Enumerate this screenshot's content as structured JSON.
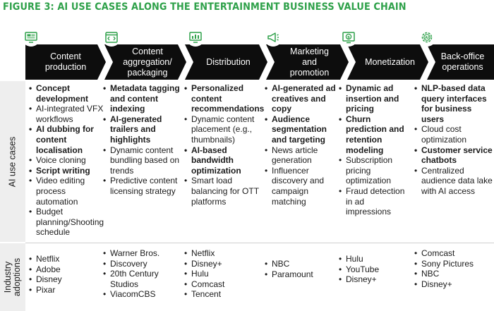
{
  "title": "FIGURE 3: AI USE CASES ALONG THE ENTERTAINMENT BUSINESS VALUE CHAIN",
  "colors": {
    "accent": "#2fa14a",
    "chevron": "#0d0d0d",
    "band": "#eeeeee"
  },
  "side_labels": {
    "use_cases": "AI use cases",
    "adoptions": "Industry adoptions"
  },
  "stages": [
    {
      "label": "Content production",
      "icon": "monitor-grid-icon"
    },
    {
      "label": "Content aggregation/ packaging",
      "icon": "code-window-icon"
    },
    {
      "label": "Distribution",
      "icon": "screen-bars-icon"
    },
    {
      "label": "Marketing and promotion",
      "icon": "megaphone-icon"
    },
    {
      "label": "Monetization",
      "icon": "dollar-screen-icon"
    },
    {
      "label": "Back-office operations",
      "icon": "ai-gear-icon"
    }
  ],
  "use_cases": [
    [
      "Concept development",
      "AI-integrated VFX workflows",
      "AI dubbing for content localisation",
      "Voice cloning",
      "Script writing",
      "Video editing process automation",
      "Budget planning/Shooting schedule"
    ],
    [
      "Metadata tagging and content indexing",
      "AI-generated trailers and highlights",
      "Dynamic content bundling based on trends",
      "Predictive content licensing strategy"
    ],
    [
      "Personalized content recommendations",
      "Dynamic content placement (e.g., thumbnails)",
      "AI-based bandwidth optimization",
      "Smart load balancing for OTT platforms"
    ],
    [
      "AI-generated ad creatives and copy",
      "Audience segmentation and targeting",
      "News article generation",
      "Influencer discovery and campaign matching"
    ],
    [
      "Dynamic ad insertion and pricing",
      "Churn prediction and retention modeling",
      "Subscription pricing optimization",
      "Fraud detection in ad impressions"
    ],
    [
      "NLP-based data query interfaces for business users",
      "Cloud cost optimization",
      "Customer service chatbots",
      "Centralized audience data lake with AI access"
    ]
  ],
  "adoptions": [
    [
      "Netflix",
      "Adobe",
      "Disney",
      "Pixar"
    ],
    [
      "Warner Bros.",
      "Discovery",
      "20th Century Studios",
      "ViacomCBS"
    ],
    [
      "Netflix",
      "Disney+",
      "Hulu",
      "Comcast",
      "Tencent"
    ],
    [
      "NBC",
      "Paramount"
    ],
    [
      "Hulu",
      "YouTube",
      "Disney+"
    ],
    [
      "Comcast",
      "Sony Pictures",
      "NBC",
      "Disney+"
    ]
  ]
}
